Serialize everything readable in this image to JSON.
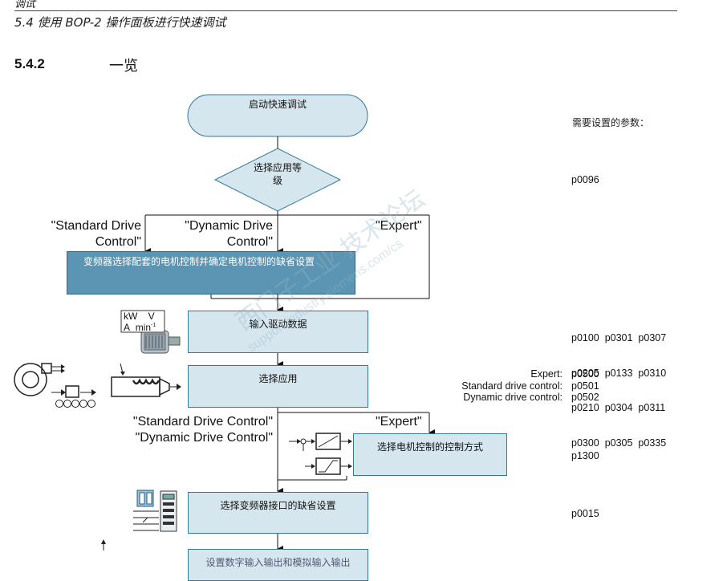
{
  "header": {
    "chapter_fragment": "调试",
    "subsection": "5.4 使用 BOP-2 操作面板进行快速调试"
  },
  "section": {
    "number": "5.4.2",
    "title": "一览"
  },
  "params_header": "需要设置的参数：",
  "flow": {
    "start": "启动快速调试",
    "decision": [
      "选择应用等",
      "级"
    ],
    "branch_standard": [
      "\"Standard Drive",
      "Control\""
    ],
    "branch_dynamic": [
      "\"Dynamic Drive",
      "Control\""
    ],
    "branch_expert": "\"Expert\"",
    "default_bar": "变频器选择配套的电机控制并确定电机控制的缺省设置",
    "drive_data": "输入驱动数据",
    "select_app": "选择应用",
    "branch2_left": [
      "\"Standard Drive Control\"",
      "\"Dynamic Drive Control\""
    ],
    "branch2_expert": "\"Expert\"",
    "motor_control": "选择电机控制的控制方式",
    "interface": "选择变频器接口的缺省设置",
    "next_partial": "设置数字输入输出和模拟输入输出"
  },
  "icon_units": {
    "kw": "kW",
    "v": "V",
    "a": "A",
    "min": "min",
    "exp": "-1"
  },
  "params": {
    "p0096": "p0096",
    "drive_params": [
      "p0100  p0301  p0307",
      "p0205  p0133  p0310",
      "p0210  p0304  p0311",
      "p0300  p0305  p0335"
    ],
    "app_labels": [
      "Expert:",
      "Standard drive control:",
      "Dynamic drive control:"
    ],
    "app_params": [
      "p0500",
      "p0501",
      "p0502"
    ],
    "p1300": "p1300",
    "p0015": "p0015"
  },
  "watermark": {
    "cn": "西门子工业  技术论坛",
    "url": "support.industry.siemens.com/cs"
  },
  "colors": {
    "box_fill": "#d6e6ee",
    "box_border": "#2f7a99",
    "dark_fill": "#5b95b3"
  }
}
